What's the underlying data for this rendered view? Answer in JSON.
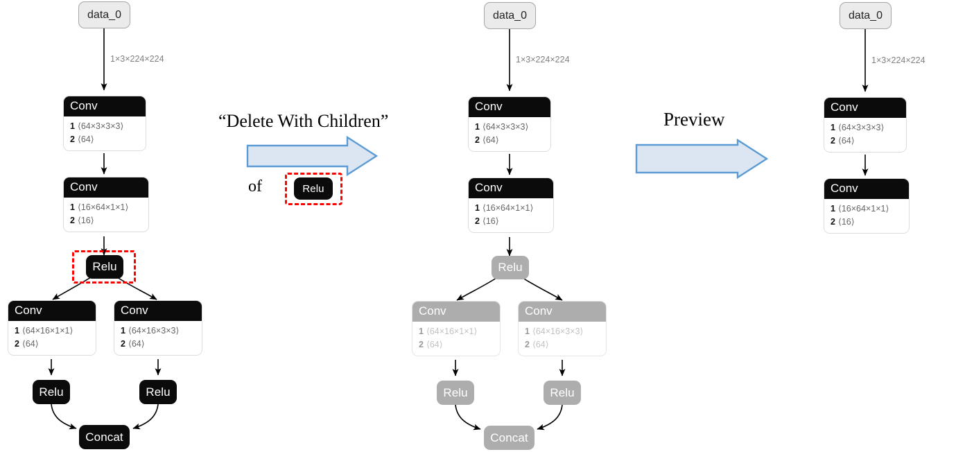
{
  "figure": {
    "title": "Delete With Children preview illustration",
    "background": "#ffffff"
  },
  "palette": {
    "node_dark": "#0b0b0b",
    "node_dimmed": "#adadad",
    "input_node": "#ebebeb",
    "edge": "#000000",
    "edge_label_text": "#808080",
    "selection_red": "#ff0000",
    "arrow_fill": "#dce6f2",
    "arrow_stroke": "#5b9bd5"
  },
  "annotations": {
    "step1_quote": "“Delete With Children”",
    "step1_of": "of",
    "step1_target_node": "Relu",
    "step2_label": "Preview",
    "arrow1_name": "delete-with-children-arrow",
    "arrow2_name": "preview-arrow"
  },
  "graphs": [
    {
      "id": "before",
      "name": "graph-before-deletion",
      "nodes": [
        {
          "id": "g1_data",
          "kind": "input",
          "label": "data_0",
          "dimmed": false,
          "selected": false
        },
        {
          "id": "g1_conv1",
          "kind": "op",
          "label": "Conv",
          "dimmed": false,
          "selected": false,
          "attrs": [
            {
              "idx": "1",
              "value": "⟨64×3×3×3⟩"
            },
            {
              "idx": "2",
              "value": "⟨64⟩"
            }
          ]
        },
        {
          "id": "g1_conv2",
          "kind": "op",
          "label": "Conv",
          "dimmed": false,
          "selected": false,
          "attrs": [
            {
              "idx": "1",
              "value": "⟨16×64×1×1⟩"
            },
            {
              "idx": "2",
              "value": "⟨16⟩"
            }
          ]
        },
        {
          "id": "g1_relu1",
          "kind": "pill",
          "label": "Relu",
          "dimmed": false,
          "selected": true
        },
        {
          "id": "g1_conv3",
          "kind": "op",
          "label": "Conv",
          "dimmed": false,
          "selected": false,
          "attrs": [
            {
              "idx": "1",
              "value": "⟨64×16×1×1⟩"
            },
            {
              "idx": "2",
              "value": "⟨64⟩"
            }
          ]
        },
        {
          "id": "g1_conv4",
          "kind": "op",
          "label": "Conv",
          "dimmed": false,
          "selected": false,
          "attrs": [
            {
              "idx": "1",
              "value": "⟨64×16×3×3⟩"
            },
            {
              "idx": "2",
              "value": "⟨64⟩"
            }
          ]
        },
        {
          "id": "g1_relu2",
          "kind": "pill",
          "label": "Relu",
          "dimmed": false,
          "selected": false
        },
        {
          "id": "g1_relu3",
          "kind": "pill",
          "label": "Relu",
          "dimmed": false,
          "selected": false
        },
        {
          "id": "g1_concat",
          "kind": "pill",
          "label": "Concat",
          "dimmed": false,
          "selected": false
        }
      ],
      "edge_labels": [
        {
          "id": "g1_lbl0",
          "text": "1×3×224×224"
        }
      ]
    },
    {
      "id": "during",
      "name": "graph-children-dimmed",
      "nodes": [
        {
          "id": "g2_data",
          "kind": "input",
          "label": "data_0",
          "dimmed": false,
          "selected": false
        },
        {
          "id": "g2_conv1",
          "kind": "op",
          "label": "Conv",
          "dimmed": false,
          "selected": false,
          "attrs": [
            {
              "idx": "1",
              "value": "⟨64×3×3×3⟩"
            },
            {
              "idx": "2",
              "value": "⟨64⟩"
            }
          ]
        },
        {
          "id": "g2_conv2",
          "kind": "op",
          "label": "Conv",
          "dimmed": false,
          "selected": false,
          "attrs": [
            {
              "idx": "1",
              "value": "⟨16×64×1×1⟩"
            },
            {
              "idx": "2",
              "value": "⟨16⟩"
            }
          ]
        },
        {
          "id": "g2_relu1",
          "kind": "pill",
          "label": "Relu",
          "dimmed": true,
          "selected": false
        },
        {
          "id": "g2_conv3",
          "kind": "op",
          "label": "Conv",
          "dimmed": true,
          "selected": false,
          "attrs": [
            {
              "idx": "1",
              "value": "⟨64×16×1×1⟩"
            },
            {
              "idx": "2",
              "value": "⟨64⟩"
            }
          ]
        },
        {
          "id": "g2_conv4",
          "kind": "op",
          "label": "Conv",
          "dimmed": true,
          "selected": false,
          "attrs": [
            {
              "idx": "1",
              "value": "⟨64×16×3×3⟩"
            },
            {
              "idx": "2",
              "value": "⟨64⟩"
            }
          ]
        },
        {
          "id": "g2_relu2",
          "kind": "pill",
          "label": "Relu",
          "dimmed": true,
          "selected": false
        },
        {
          "id": "g2_relu3",
          "kind": "pill",
          "label": "Relu",
          "dimmed": true,
          "selected": false
        },
        {
          "id": "g2_concat",
          "kind": "pill",
          "label": "Concat",
          "dimmed": true,
          "selected": false
        }
      ],
      "edge_labels": [
        {
          "id": "g2_lbl0",
          "text": "1×3×224×224"
        }
      ]
    },
    {
      "id": "after",
      "name": "graph-after-deletion",
      "nodes": [
        {
          "id": "g3_data",
          "kind": "input",
          "label": "data_0",
          "dimmed": false,
          "selected": false
        },
        {
          "id": "g3_conv1",
          "kind": "op",
          "label": "Conv",
          "dimmed": false,
          "selected": false,
          "attrs": [
            {
              "idx": "1",
              "value": "⟨64×3×3×3⟩"
            },
            {
              "idx": "2",
              "value": "⟨64⟩"
            }
          ]
        },
        {
          "id": "g3_conv2",
          "kind": "op",
          "label": "Conv",
          "dimmed": false,
          "selected": false,
          "attrs": [
            {
              "idx": "1",
              "value": "⟨16×64×1×1⟩"
            },
            {
              "idx": "2",
              "value": "⟨16⟩"
            }
          ]
        }
      ],
      "edge_labels": [
        {
          "id": "g3_lbl0",
          "text": "1×3×224×224"
        }
      ]
    }
  ]
}
